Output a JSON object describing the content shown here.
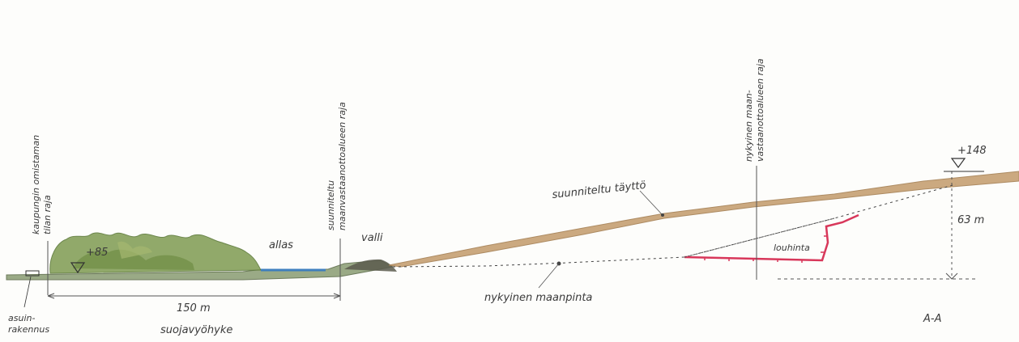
{
  "labels": {
    "city_boundary": [
      "kaupungin omistaman",
      "tilan raja"
    ],
    "residential": [
      "asuin-",
      "rakennus"
    ],
    "forest_level": "+85",
    "distance": "150 m",
    "buffer_zone": "suojavyöhyke",
    "pool": "allas",
    "planned_boundary": [
      "suunniteltu",
      "maanvastaanottoalueen raja"
    ],
    "embankment": "valli",
    "planned_fill": "suunniteltu täyttö",
    "existing_ground": "nykyinen maanpinta",
    "current_boundary": [
      "nykyinen maan-",
      "vastaanottoalueen raja"
    ],
    "quarry": "louhinta",
    "top_level": "+148",
    "height": "63 m",
    "section_id": "A-A"
  },
  "colors": {
    "fill": "#c9a57a",
    "ground": "#9aaa86",
    "water": "#3f7fbf",
    "quarry": "#d8375a",
    "forest": "#7e9a52",
    "ink": "#333333"
  }
}
